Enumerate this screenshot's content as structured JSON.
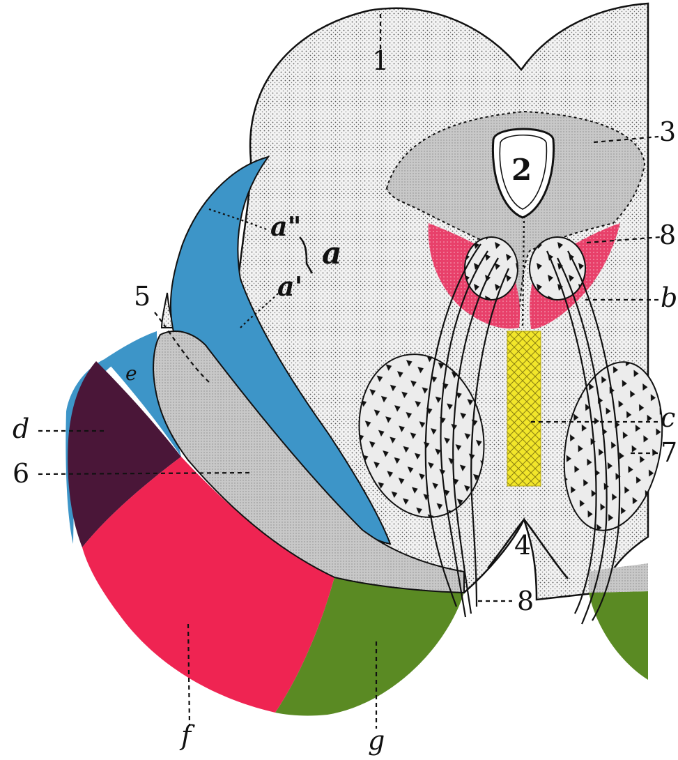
{
  "labels": {
    "n1": "1",
    "n2": "2",
    "n3": "3",
    "n4": "4",
    "n5": "5",
    "n6": "6",
    "n7": "7",
    "n8_top": "8",
    "n8_bottom": "8",
    "a": "a",
    "a_upper": "a\"",
    "a_lower": "a'",
    "b": "b",
    "c": "c",
    "d": "d",
    "e": "e",
    "f": "f",
    "g": "g"
  },
  "colors": {
    "stipple_background": "#efefef",
    "gray_region": "#c9c9c9",
    "blue": "#3d95c8",
    "red": "#ef2452",
    "pink": "#e8406a",
    "maroon": "#4a1638",
    "green": "#5a8a23",
    "yellow": "#f2e62a",
    "ink": "#111111"
  }
}
